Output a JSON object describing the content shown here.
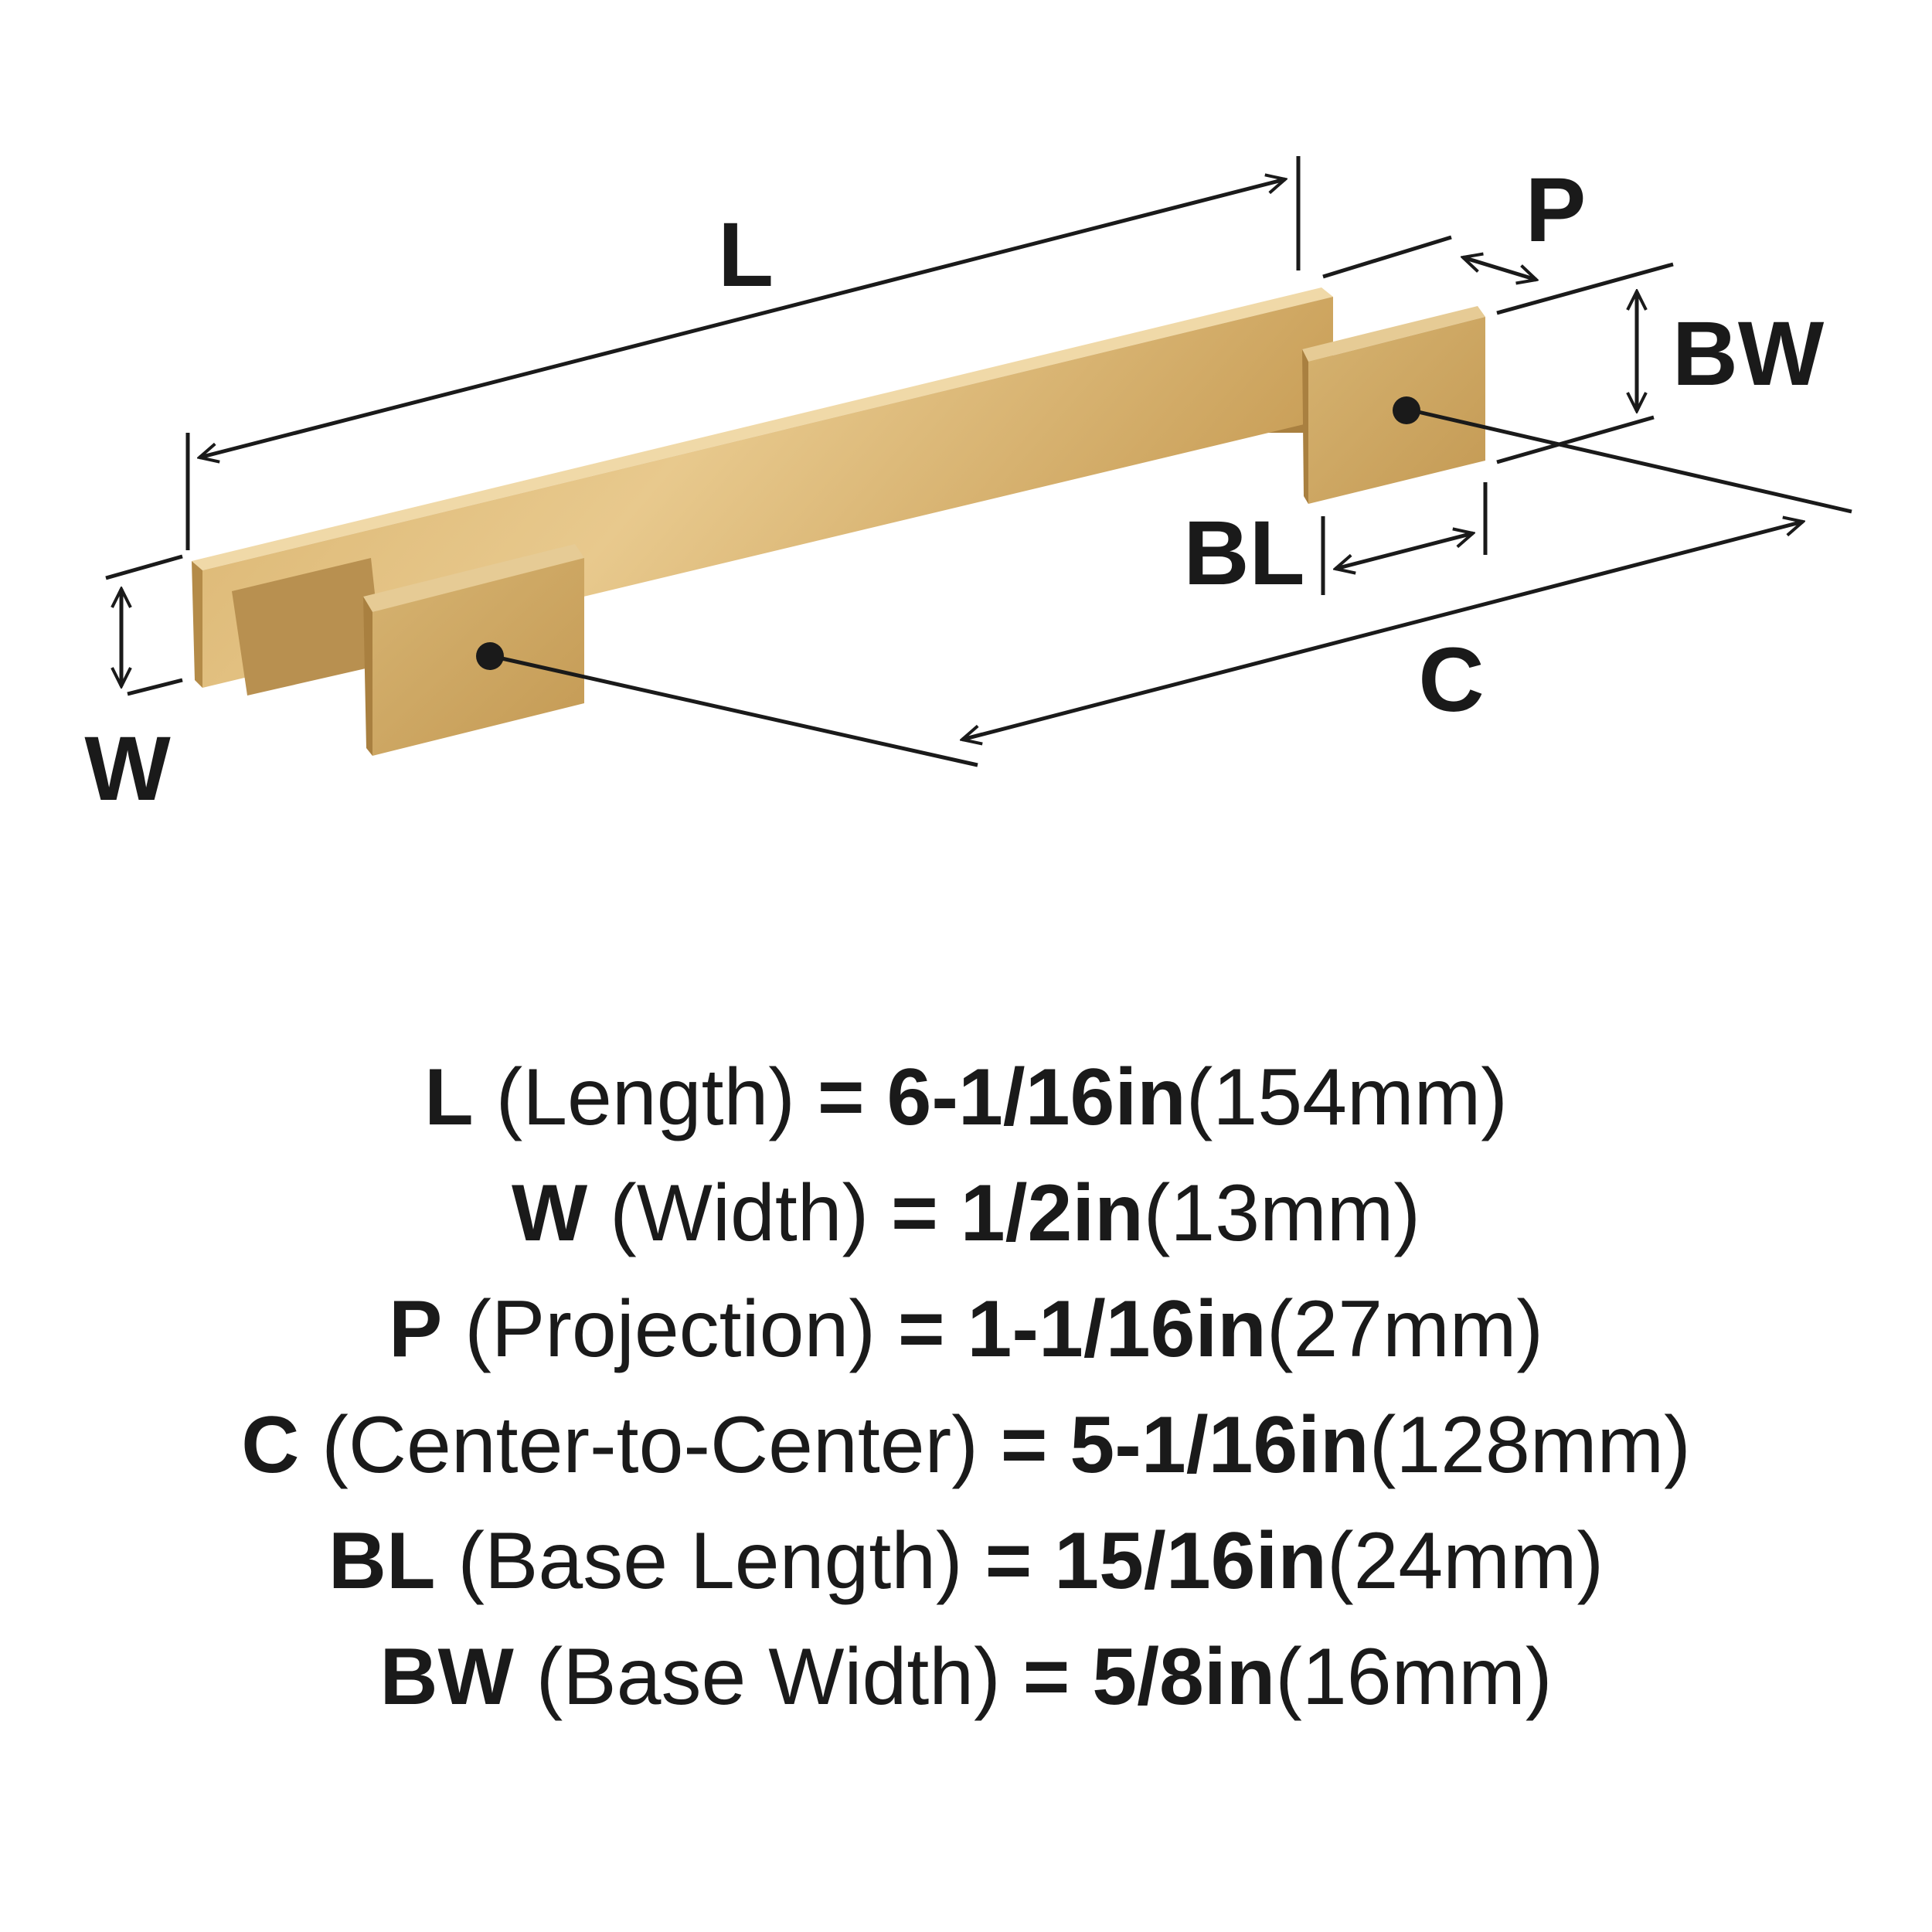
{
  "diagram": {
    "labels": {
      "length": "L",
      "projection": "P",
      "base_width": "BW",
      "base_length": "BL",
      "center_to_center": "C",
      "width": "W"
    },
    "colors": {
      "brass_light": "#e4c486",
      "brass_mid": "#cfa862",
      "brass_dark": "#a98040",
      "line": "#1a1a1a"
    }
  },
  "specs": [
    {
      "code": "L",
      "name": "(Length)",
      "eq": "=",
      "imperial": "6-1/16in",
      "metric": "(154mm)"
    },
    {
      "code": "W",
      "name": "(Width)",
      "eq": "=",
      "imperial": "1/2in",
      "metric": "(13mm)"
    },
    {
      "code": "P",
      "name": "(Projection)",
      "eq": "=",
      "imperial": "1-1/16in",
      "metric": "(27mm)"
    },
    {
      "code": "C",
      "name": "(Center-to-Center)",
      "eq": "=",
      "imperial": "5-1/16in",
      "metric": "(128mm)"
    },
    {
      "code": "BL",
      "name": "(Base Length)",
      "eq": "=",
      "imperial": "15/16in",
      "metric": "(24mm)"
    },
    {
      "code": "BW",
      "name": "(Base Width)",
      "eq": "=",
      "imperial": "5/8in",
      "metric": "(16mm)"
    }
  ]
}
